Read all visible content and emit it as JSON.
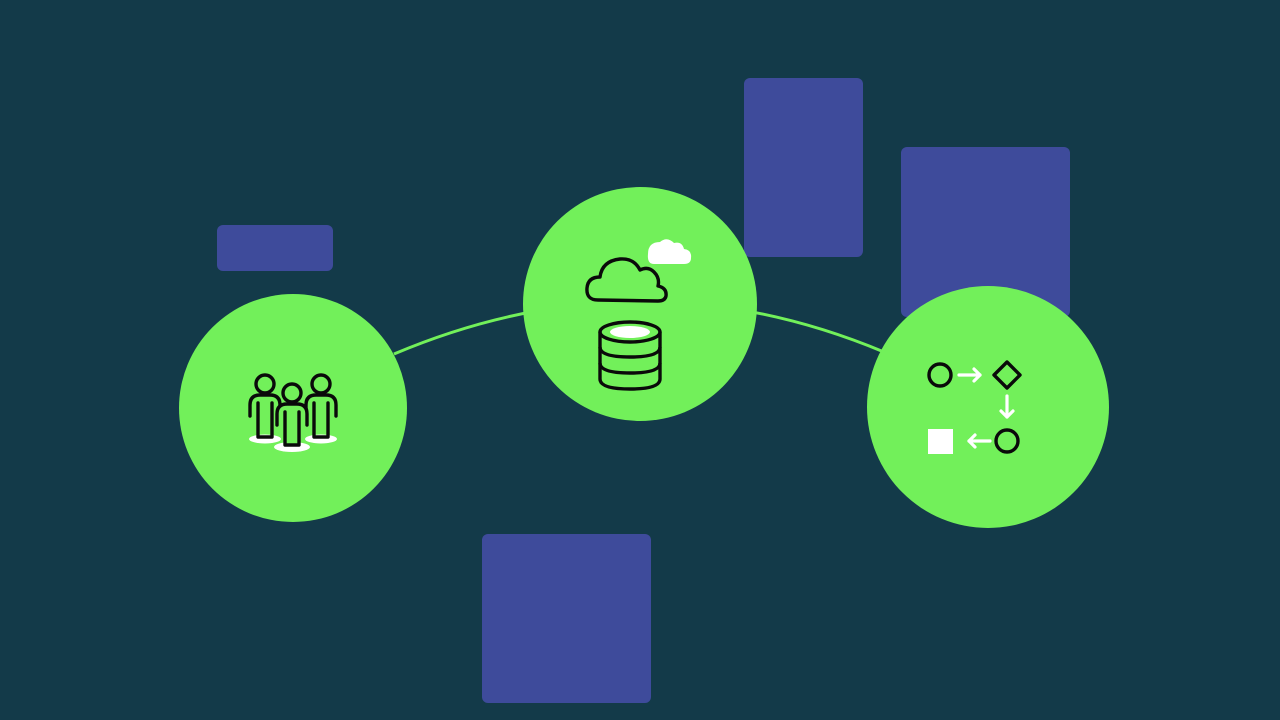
{
  "colors": {
    "background": "#133a49",
    "block": "#3e4b9b",
    "node": "#72f05a",
    "connector": "#72f05a",
    "stroke": "#0a0a0a",
    "highlight": "#ffffff"
  },
  "nodes": [
    {
      "name": "people-node",
      "icon": "people-group-icon"
    },
    {
      "name": "cloud-data-node",
      "icon": "cloud-database-icon"
    },
    {
      "name": "workflow-node",
      "icon": "process-flow-icon"
    }
  ]
}
